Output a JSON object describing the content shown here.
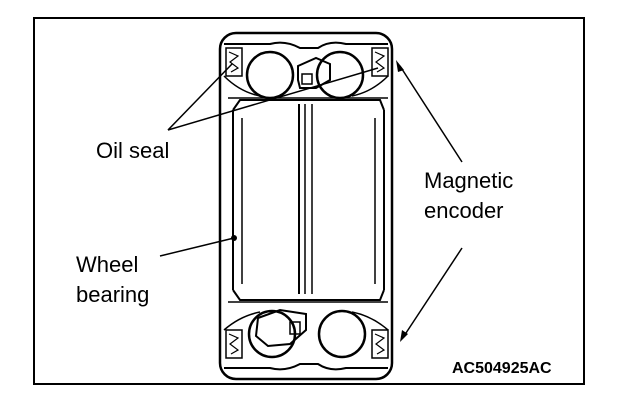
{
  "labels": {
    "oil_seal": "Oil seal",
    "magnetic_encoder_line1": "Magnetic",
    "magnetic_encoder_line2": "encoder",
    "wheel_bearing_line1": "Wheel",
    "wheel_bearing_line2": "bearing"
  },
  "figure_id": "AC504925AC",
  "colors": {
    "line": "#000000",
    "background": "#ffffff"
  }
}
